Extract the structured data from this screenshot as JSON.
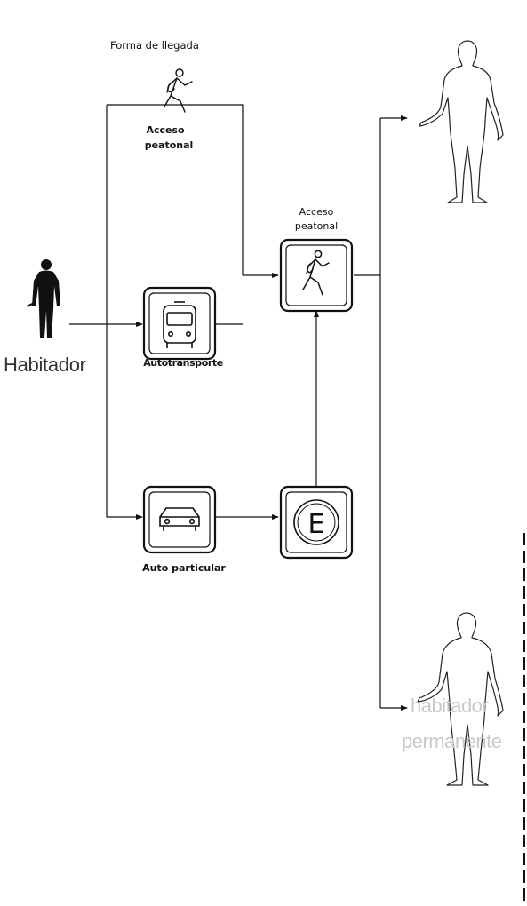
{
  "diagram": {
    "title": "Forma de llegada",
    "actor_label": "Habitador",
    "nodes": {
      "pedestrian_access_top": {
        "label_line1": "Acceso",
        "label_line2": "peatonal",
        "icon": "walking-person-icon"
      },
      "bus": {
        "label": "Autotransporte",
        "icon": "bus-icon"
      },
      "car": {
        "label": "Auto particular",
        "icon": "car-icon"
      },
      "pedestrian_access_main": {
        "label_line1": "Acceso",
        "label_line2": "peatonal",
        "icon": "walking-person-icon"
      },
      "parking": {
        "label": "E",
        "icon": "parking-e-icon"
      }
    },
    "destinations": {
      "upper": {
        "label_line1": "",
        "label_line2": "",
        "icon": "human-outline-icon"
      },
      "lower": {
        "label_line1": "habitador",
        "label_line2": "permanente",
        "icon": "human-outline-icon"
      }
    },
    "colors": {
      "line": "#111111",
      "ghost_text": "#c9c9c9",
      "actor_fill": "#111111"
    }
  }
}
